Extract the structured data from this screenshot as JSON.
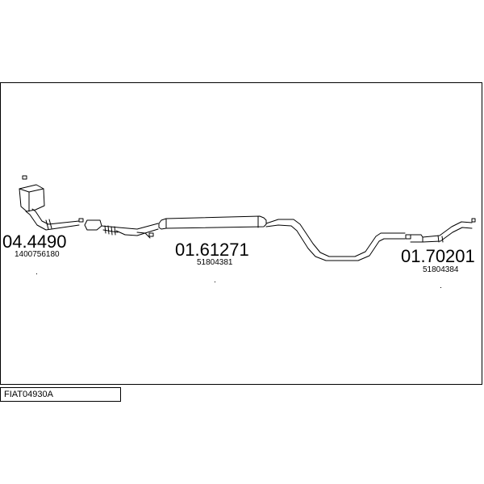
{
  "vehicle_code": "FIAT04930A",
  "parts": [
    {
      "part_number": "04.4490",
      "oem_number": "1400756180"
    },
    {
      "part_number": "01.61271",
      "oem_number": "51804381"
    },
    {
      "part_number": "01.70201",
      "oem_number": "51804384"
    }
  ]
}
